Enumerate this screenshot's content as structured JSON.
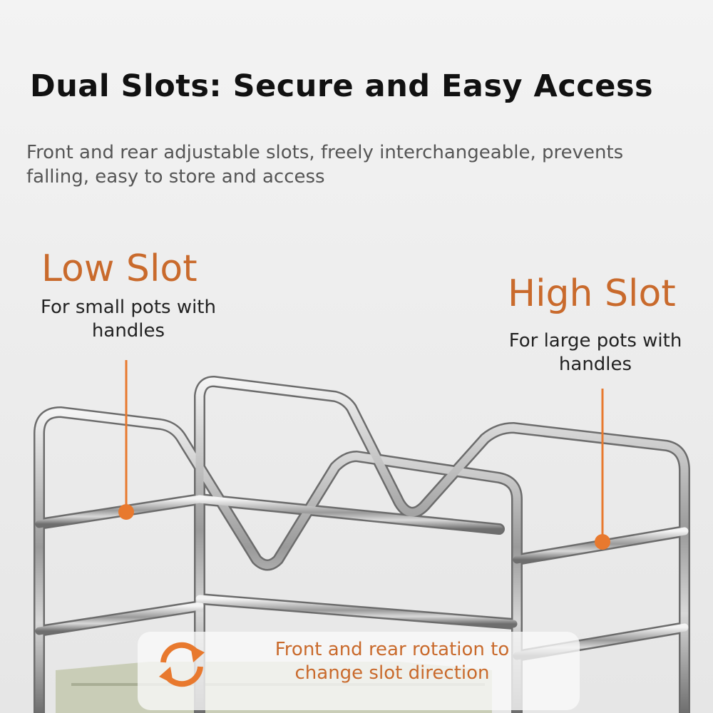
{
  "heading": {
    "title": "Dual Slots: Secure and Easy Access",
    "subtitle": "Front and rear adjustable slots, freely interchangeable, prevents falling, easy to store and access"
  },
  "low_slot": {
    "title": "Low Slot",
    "description": "For small pots with handles"
  },
  "high_slot": {
    "title": "High Slot",
    "description": "For large pots with handles"
  },
  "rotation_note": {
    "text": "Front and rear rotation to change slot direction",
    "icon": "rotate-arrows-icon"
  },
  "colors": {
    "accent": "#c96a2c",
    "marker": "#e8792e",
    "background": "#ededed"
  }
}
